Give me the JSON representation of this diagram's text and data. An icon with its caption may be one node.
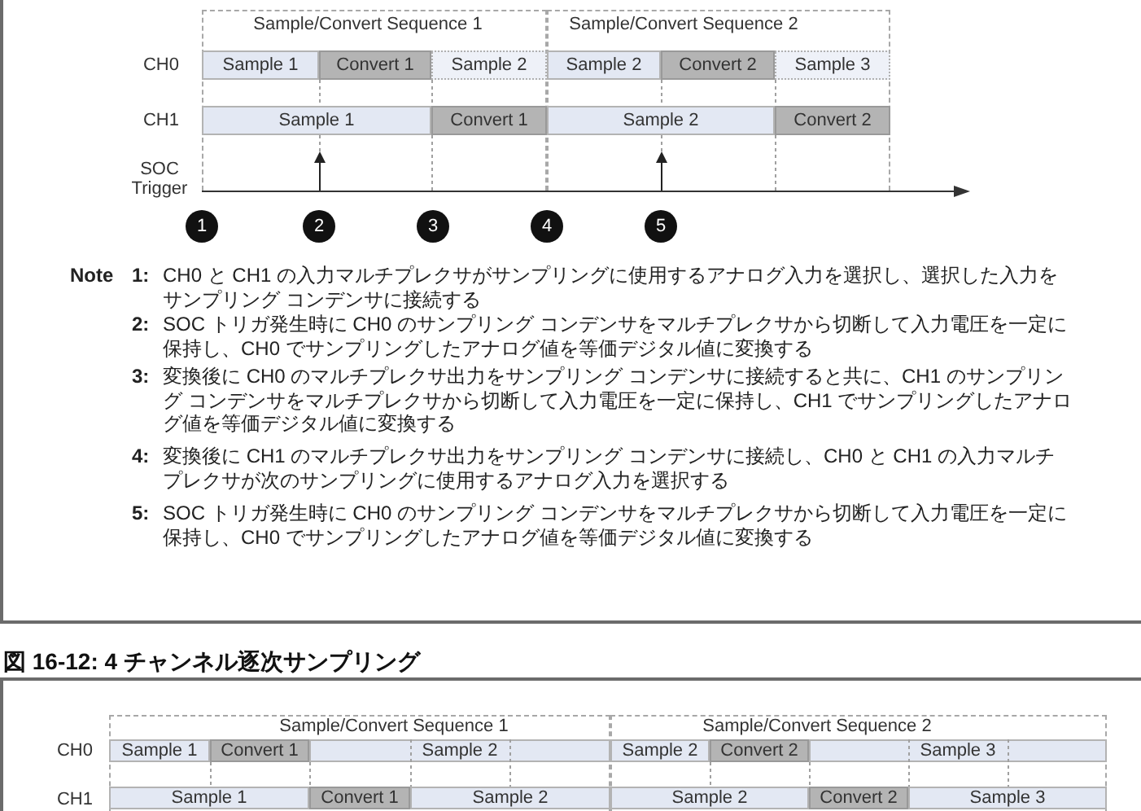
{
  "diagram": {
    "nodes": [
      {
        "text": [
          "Sample/Convert Sequence 1"
        ]
      },
      {
        "text": [
          "Sample/Convert Sequence 2"
        ]
      },
      {
        "text": [
          "Sample 1"
        ],
        "in": 0
      },
      {
        "text": [
          "Convert 1"
        ],
        "in": 0
      },
      {
        "text": [
          "Sample 2"
        ],
        "in": 0
      },
      {
        "text": [
          "Sample 2"
        ],
        "in": 1
      },
      {
        "text": [
          "Convert 2"
        ],
        "in": 1
      },
      {
        "text": [
          "Sample 3"
        ],
        "in": 1
      },
      {
        "text": [
          "Sample 1"
        ],
        "in": 0
      },
      {
        "text": [
          "Convert 1"
        ],
        "in": 0
      },
      {
        "text": [
          "Sample 2"
        ],
        "in": 1
      },
      {
        "text": [
          "Convert 2"
        ],
        "in": 1
      },
      {
        "text": [
          "1"
        ]
      },
      {
        "text": [
          "2"
        ]
      },
      {
        "text": [
          "3"
        ]
      },
      {
        "text": [
          "4"
        ]
      },
      {
        "text": [
          "5"
        ]
      },
      {
        "text": [
          "Sample/Convert Sequence 1"
        ]
      },
      {
        "text": [
          "Sample/Convert Sequence 2"
        ]
      },
      {
        "text": [
          "Sample 1"
        ],
        "in": 17
      },
      {
        "text": [
          "Convert 1"
        ],
        "in": 17
      },
      {
        "text": [
          "Sample 2"
        ],
        "in": 17
      },
      {
        "text": [
          "Sample 2"
        ],
        "in": 18
      },
      {
        "text": [
          "Convert 2"
        ],
        "in": 18
      },
      {
        "text": [
          "Sample 3"
        ],
        "in": 18
      },
      {
        "text": [
          "Sample 1"
        ],
        "in": 17
      },
      {
        "text": [
          "Convert 1"
        ],
        "in": 17
      },
      {
        "text": [
          "Sample 2"
        ],
        "in": 17
      },
      {
        "text": [
          "Sample 2"
        ],
        "in": 18
      },
      {
        "text": [
          "Convert 2"
        ],
        "in": 18
      },
      {
        "text": [
          "Sample 3"
        ],
        "in": 18
      }
    ],
    "labels": [
      "CH0",
      "CH1",
      "SOC Trigger",
      "Note",
      "1:",
      "CH0 と CH1 の入力マルチプレクサがサンプリングに使用するアナログ入力を選択し、選択した入力をサンプリング コンデンサに接続する",
      "2:",
      "SOC トリガ発生時に CH0 のサンプリング コンデンサをマルチプレクサから切断して入力電圧を一定に保持し、CH0 でサンプリングしたアナログ値を等価デジタル値に変換する",
      "3:",
      "変換後に CH0 のマルチプレクサ出力をサンプリング コンデンサに接続すると共に、CH1 のサンプリング コンデンサをマルチプレクサから切断して入力電圧を一定に保持し、CH1 でサンプリングしたアナログ値を等価デジタル値に変換する",
      "4:",
      "変換後に CH1 のマルチプレクサ出力をサンプリング コンデンサに接続し、CH0 と CH1 の入力マルチプレクサが次のサンプリングに使用するアナログ入力を選択する",
      "5:",
      "SOC トリガ発生時に CH0 のサンプリング コンデンサをマルチプレクサから切断して入力電圧を一定に保持し、CH0 でサンプリングしたアナログ値を等価デジタル値に変換する",
      "図 16-12: 4 チャンネル逐次サンプリング",
      "CH0",
      "CH1"
    ]
  }
}
